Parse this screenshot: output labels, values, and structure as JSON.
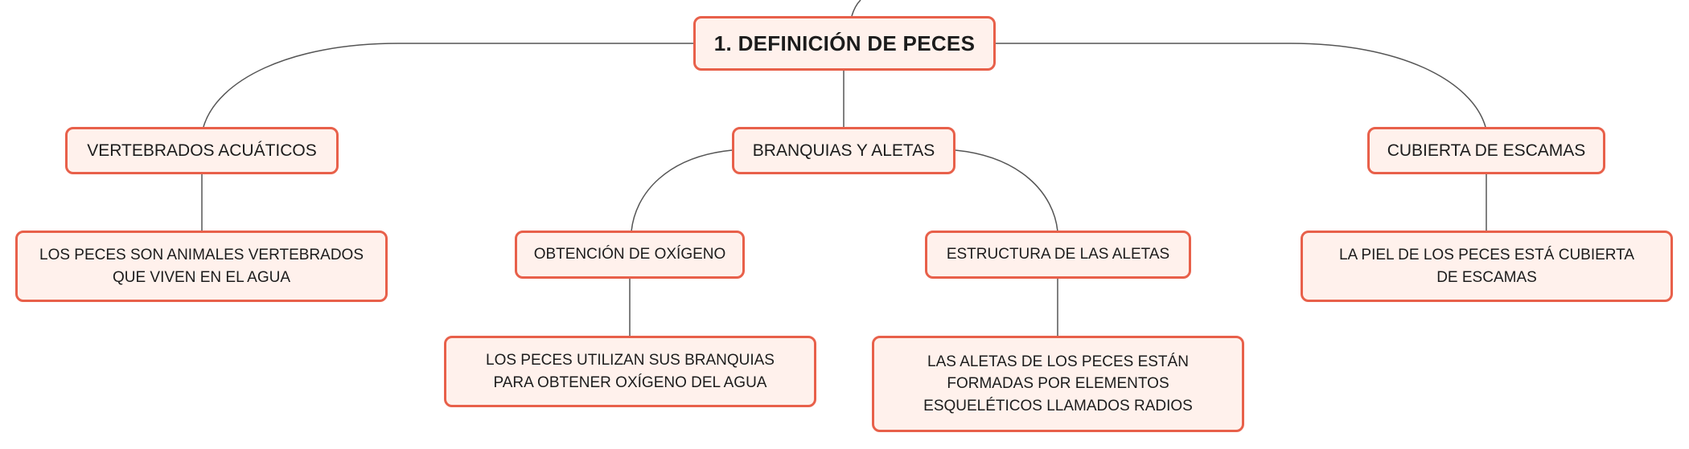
{
  "root": {
    "label": "1. DEFINICIÓN DE PECES"
  },
  "branches": [
    {
      "label": "VERTEBRADOS ACUÁTICOS",
      "leaf": "LOS PECES SON ANIMALES VERTEBRADOS QUE VIVEN EN EL AGUA"
    },
    {
      "label": "BRANQUIAS Y ALETAS",
      "children": [
        {
          "label": "OBTENCIÓN DE OXÍGENO",
          "leaf": "LOS PECES UTILIZAN SUS BRANQUIAS PARA OBTENER OXÍGENO DEL AGUA"
        },
        {
          "label": "ESTRUCTURA DE LAS ALETAS",
          "leaf": "LAS ALETAS DE LOS PECES ESTÁN FORMADAS POR ELEMENTOS ESQUELÉTICOS LLAMADOS RADIOS"
        }
      ]
    },
    {
      "label": "CUBIERTA DE ESCAMAS",
      "leaf": "LA PIEL DE LOS PECES ESTÁ CUBIERTA DE ESCAMAS"
    }
  ],
  "colors": {
    "node_border": "#e8604a",
    "node_fill": "#fff1ec",
    "connector": "#555555",
    "text": "#1c1c1c"
  }
}
